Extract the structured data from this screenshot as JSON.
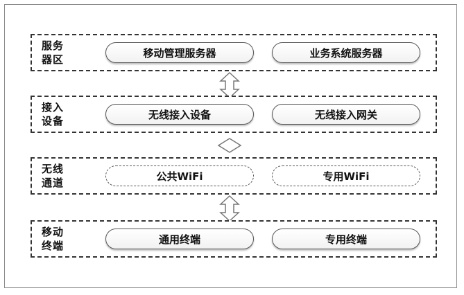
{
  "layers": [
    {
      "label": "服务\n器区",
      "items": [
        "移动管理服务器",
        "业务系统服务器"
      ],
      "style": "solid"
    },
    {
      "label": "接入\n设备",
      "items": [
        "无线接入设备",
        "无线接入网关"
      ],
      "style": "solid"
    },
    {
      "label": "无线\n通道",
      "items": [
        "公共WiFi",
        "专用WiFi"
      ],
      "style": "dashed"
    },
    {
      "label": "移动\n终端",
      "items": [
        "通用终端",
        "专用终端"
      ],
      "style": "solid"
    }
  ],
  "connectors": [
    {
      "shape": "double-arrow-vertical"
    },
    {
      "shape": "diamond"
    },
    {
      "shape": "double-arrow-vertical"
    }
  ]
}
